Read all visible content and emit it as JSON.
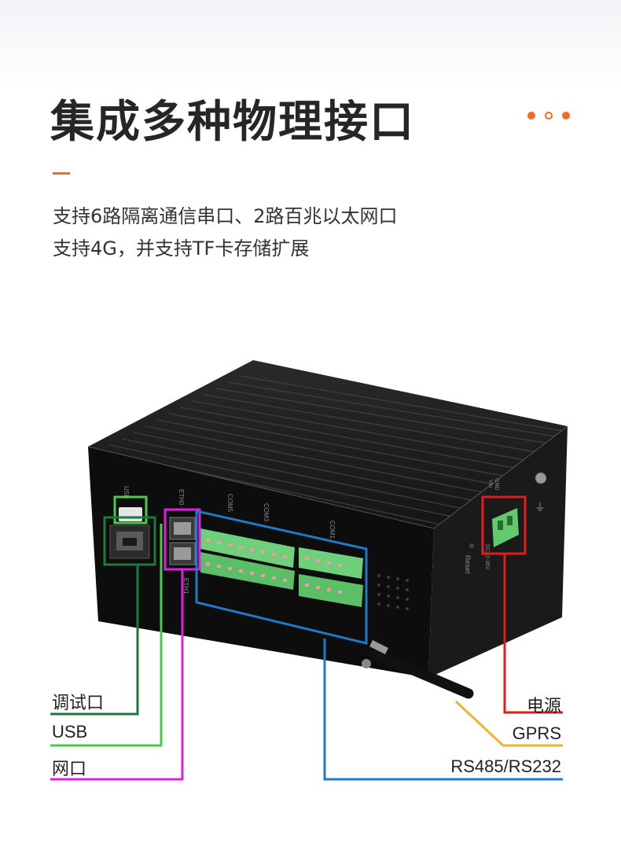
{
  "header": {
    "title": "集成多种物理接口",
    "subtitle_1": "支持6路隔离通信串口、2路百兆以太网口",
    "subtitle_2": "支持4G，并支持TF卡存储扩展"
  },
  "device": {
    "port_labels": {
      "usb": "USB",
      "eth0": "ETH0",
      "eth1": "ETH1",
      "com5": "COM5",
      "com3": "COM3",
      "com1": "COM1",
      "vin": "Vin",
      "gnd": "GND",
      "dc": "DC12-36V",
      "reset": "Reset"
    }
  },
  "callouts": {
    "debug_port": "调试口",
    "usb": "USB",
    "network_port": "网口",
    "power": "电源",
    "gprs": "GPRS",
    "serial": "RS485/RS232"
  },
  "colors": {
    "accent": "#f26b21",
    "debug_line": "#1b7a3a",
    "usb_line": "#4cc94c",
    "network_line": "#e020e0",
    "power_line": "#e21c1c",
    "gprs_line": "#f2b233",
    "serial_line": "#1f78c8"
  }
}
